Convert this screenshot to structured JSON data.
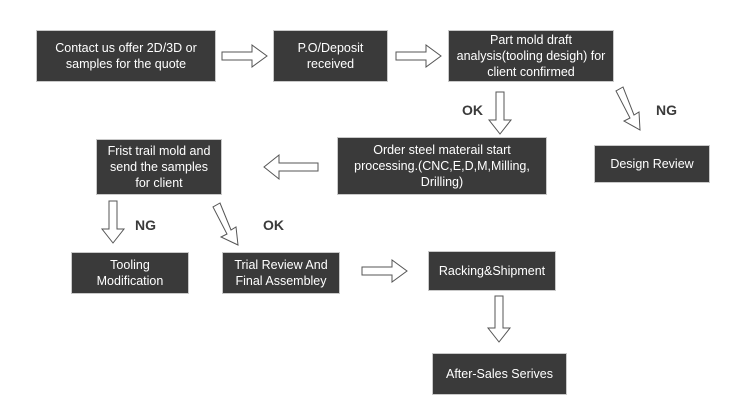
{
  "steps": {
    "contact": "Contact us offer 2D/3D or\nsamples for the quote",
    "po": "P.O/Deposit\nreceived",
    "analysis": "Part mold draft\nanalysis(tooling desigh) for\nclient confirmed",
    "order_steel": "Order steel materail start\nprocessing.(CNC,E,D,M,Milling,\nDrilling)",
    "design_review": "Design Review",
    "first_trial": "Frist trail mold and\nsend the samples\nfor client",
    "tooling_mod": "Tooling\nModification",
    "trial_review": "Trial Review And\nFinal Assembley",
    "racking": "Racking&Shipment",
    "after_sales": "After-Sales Serives"
  },
  "labels": {
    "ok_1": "OK",
    "ng_1": "NG",
    "ng_2": "NG",
    "ok_2": "OK"
  },
  "colors": {
    "box_fill": "#3a3a3a",
    "box_text": "#ffffff",
    "label_text": "#3a3a3a",
    "arrow_fill": "#ffffff",
    "arrow_stroke": "#555555"
  }
}
